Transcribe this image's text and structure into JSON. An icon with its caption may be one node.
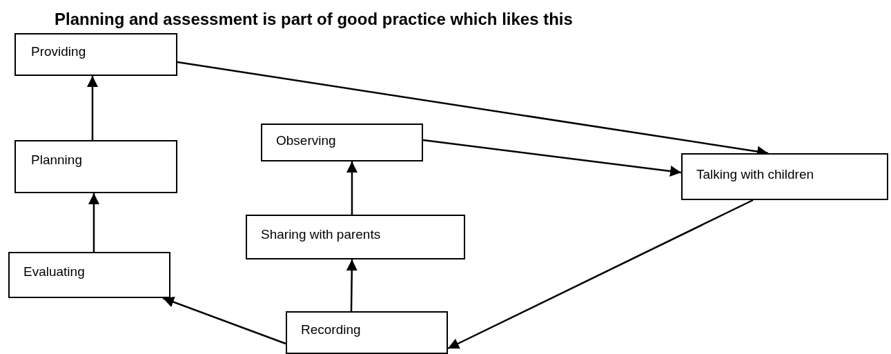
{
  "diagram": {
    "title": "Planning and assessment is part of good practice which likes this",
    "nodes": [
      {
        "text": [
          "Providing"
        ]
      },
      {
        "text": [
          "Planning"
        ]
      },
      {
        "text": [
          "Evaluating"
        ]
      },
      {
        "text": [
          "Observing"
        ]
      },
      {
        "text": [
          "Talking with children"
        ]
      },
      {
        "text": [
          "Sharing with parents"
        ]
      },
      {
        "text": [
          "Recording"
        ]
      }
    ],
    "edges": [
      {
        "from": 0,
        "to": 4,
        "arrow": "to"
      },
      {
        "from": 1,
        "to": 0,
        "arrow": "to"
      },
      {
        "from": 2,
        "to": 1,
        "arrow": "to"
      },
      {
        "from": 3,
        "to": 4,
        "arrow": "to"
      },
      {
        "from": 5,
        "to": 3,
        "arrow": "to"
      },
      {
        "from": 4,
        "to": 6,
        "arrow": "to"
      },
      {
        "from": 6,
        "to": 5,
        "arrow": "to"
      },
      {
        "from": 6,
        "to": 2,
        "arrow": "to"
      }
    ]
  }
}
